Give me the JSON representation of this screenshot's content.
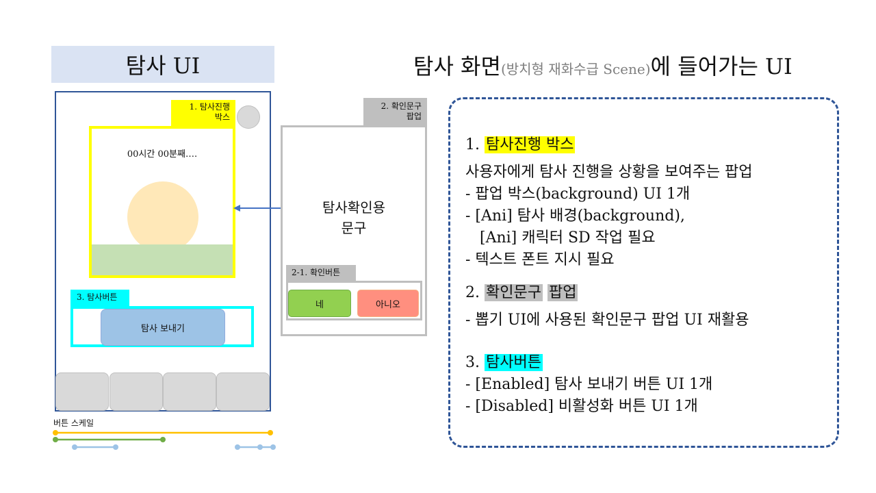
{
  "left_title": "탐사 UI",
  "phone": {
    "tag_progress_line1": "1. 탐사진행",
    "tag_progress_line2": "박스",
    "progress_time": "00시간 00분째….",
    "tag_send": "3. 탐사버튼",
    "send_button": "탐사 보내기",
    "tabbar_count": 4,
    "scale_label": "버튼 스케일"
  },
  "popup": {
    "tag_line1": "2. 확인문구",
    "tag_line2": "팝업",
    "text_line1": "탐사확인용",
    "text_line2": "문구",
    "confirm_tag": "2-1. 확인버튼",
    "yes_label": "네",
    "no_label": "아니오"
  },
  "heading": {
    "main": "탐사 화면",
    "small": "(방치형 재화수급 Scene)",
    "tail": "에 들어가는 UI"
  },
  "description": {
    "section1": {
      "num": "1.",
      "title": "탐사진행 박스",
      "intro": "사용자에게 탐사 진행을 상황을 보여주는 팝업",
      "items": [
        "- 팝업 박스(background) UI 1개",
        "- [Ani] 탐사 배경(background),",
        "   [Ani] 캐릭터 SD 작업 필요",
        "- 텍스트 폰트 지시 필요"
      ]
    },
    "section2": {
      "num": "2.",
      "title_part1": "확인문구",
      "title_part2": "팝업",
      "items": [
        "- 뽑기 UI에 사용된 확인문구 팝업 UI 재활용"
      ]
    },
    "section3": {
      "num": "3.",
      "title": "탐사버튼",
      "items": [
        "- [Enabled] 탐사 보내기 버튼 UI 1개",
        "- [Disabled] 비활성화 버튼 UI 1개"
      ]
    }
  },
  "colors": {
    "progress_box": "#ffff00",
    "send_box": "#00ffff",
    "popup_gray": "#bfbfbf",
    "phone_border": "#2f5597",
    "yes_button": "#92d050",
    "no_button": "#ff8f7f",
    "send_button": "#9dc3e6"
  }
}
